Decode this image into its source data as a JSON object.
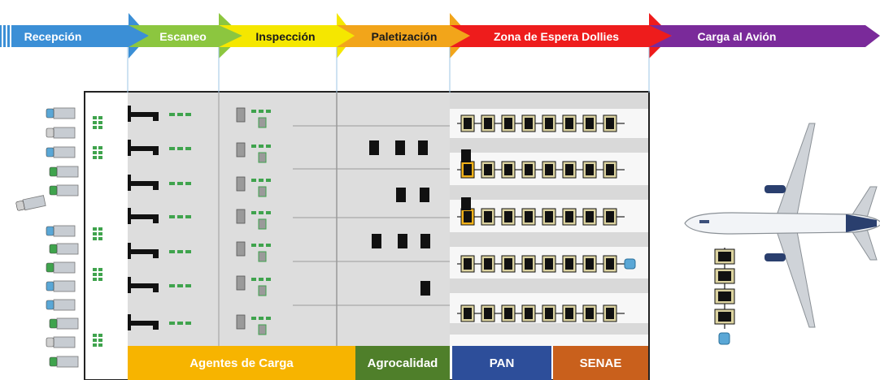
{
  "process": {
    "stages": [
      {
        "label": "Recepción",
        "color": "#3b8fd6",
        "text_color": "#ffffff"
      },
      {
        "label": "Escaneo",
        "color": "#8cc63f",
        "text_color": "#ffffff"
      },
      {
        "label": "Inspección",
        "color": "#f5e700",
        "text_color": "#1a1a1a"
      },
      {
        "label": "Paletización",
        "color": "#f2a51a",
        "text_color": "#1a1a1a"
      },
      {
        "label": "Zona de Espera Dollies",
        "color": "#ee1c1c",
        "text_color": "#ffffff"
      },
      {
        "label": "Carga al Avión",
        "color": "#7a2a9a",
        "text_color": "#ffffff"
      }
    ]
  },
  "zones": [
    {
      "label": "Agentes de Carga",
      "color": "#f7b400"
    },
    {
      "label": "Agrocalidad",
      "color": "#4f7f2a"
    },
    {
      "label": "PAN",
      "color": "#2d4e9a"
    },
    {
      "label": "SENAE",
      "color": "#c9601c"
    }
  ],
  "icons": [
    "truck-icon",
    "airplane-icon",
    "pallet-icon",
    "dolly-icon",
    "conveyor-icon",
    "box-icon",
    "scanner-icon"
  ]
}
